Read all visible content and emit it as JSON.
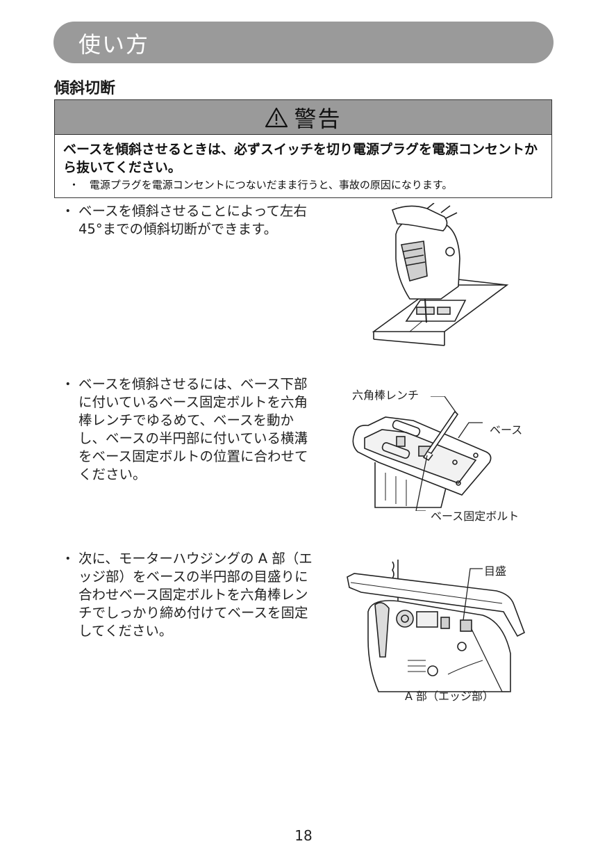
{
  "header": {
    "title": "使い方"
  },
  "section": {
    "title": "傾斜切断"
  },
  "warning": {
    "heading": "警告",
    "icon": "warning-triangle-icon",
    "main_text": "ベースを傾斜させるときは、必ずスイッチを切り電源プラグを電源コンセントから抜いてください。",
    "sub_bullet": "・",
    "sub_text": "電源プラグを電源コンセントにつないだまま行うと、事故の原因になります。"
  },
  "bullets": [
    {
      "mark": "・",
      "text": "ベースを傾斜させることによって左右 45°までの傾斜切断ができます。"
    },
    {
      "mark": "・",
      "text": "ベースを傾斜させるには、ベース下部に付いているベース固定ボルトを六角棒レンチでゆるめて、ベースを動かし、ベースの半円部に付いている横溝をベース固定ボルトの位置に合わせてください。"
    },
    {
      "mark": "・",
      "text": "次に、モーターハウジングの A 部（エッジ部）をベースの半円部の目盛りに合わせベース固定ボルトを六角棒レンチでしっかり締め付けてベースを固定してください。"
    }
  ],
  "figure2": {
    "label_wrench": "六角棒レンチ",
    "label_base": "ベース",
    "label_bolt": "ベース固定ボルト"
  },
  "figure3": {
    "label_scale": "目盛",
    "label_edge": "A 部（エッジ部）"
  },
  "footer": {
    "page_number": "18"
  }
}
